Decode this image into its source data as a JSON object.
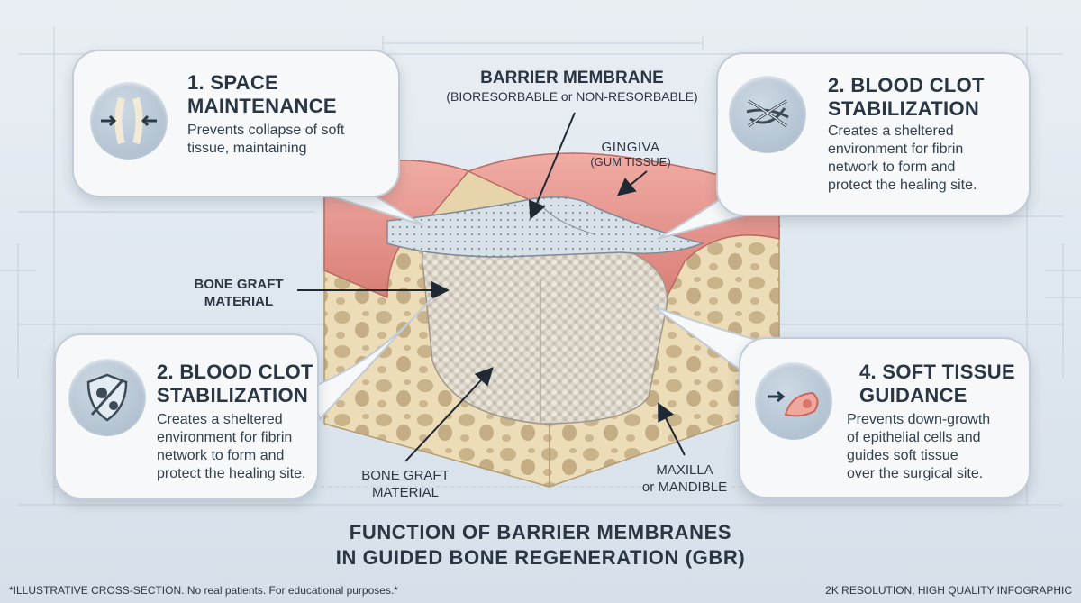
{
  "callouts": {
    "space": {
      "title": "1. SPACE\nMAINTENANCE",
      "text": "Prevents collapse of soft\ntissue, maintaining",
      "icon": "compression-arrows-icon"
    },
    "clot_top": {
      "title": "2. BLOOD CLOT\nSTABILIZATION",
      "text": "Creates a sheltered\nenvironment for fibrin\nnetwork to form and\nprotect the healing site.",
      "icon": "fibrin-network-icon"
    },
    "clot_bottom": {
      "title": "2. BLOOD CLOT\nSTABILIZATION",
      "text": "Creates a sheltered\nenvironment for fibrin\nnetwork to form and\nprotect the healing site.",
      "icon": "shield-bacteria-icon"
    },
    "soft": {
      "title": "4. SOFT TISSUE\nGUIDANCE",
      "text": "Prevents down-growth\nof epithelial cells and\nguides soft tissue\nover the surgical site.",
      "icon": "epithelial-cell-icon"
    }
  },
  "labels": {
    "membrane": "BARRIER MEMBRANE",
    "membrane_sub": "(BIORESORBABLE or NON-RESORBABLE)",
    "gingiva": "GINGIVA",
    "gingiva_sub": "(GUM TISSUE)",
    "graft_left": "BONE GRAFT\nMATERIAL",
    "graft_bottom": "BONE GRAFT\nMATERIAL",
    "maxilla": "MAXILLA\nor MANDIBLE"
  },
  "title": {
    "line1": "FUNCTION OF BARRIER MEMBRANES",
    "line2": "IN GUIDED BONE REGENERATION (GBR)"
  },
  "footer": {
    "left": "*ILLUSTRATIVE CROSS-SECTION. No real patients. For educational purposes.*",
    "right": "2K RESOLUTION, HIGH QUALITY INFOGRAPHIC"
  },
  "colors": {
    "gingiva": "#e59a94",
    "bone": "#ecdcb8",
    "graft": "#d9d2c6",
    "membrane": "#bcc8d4",
    "accent": "#d96a5f"
  }
}
